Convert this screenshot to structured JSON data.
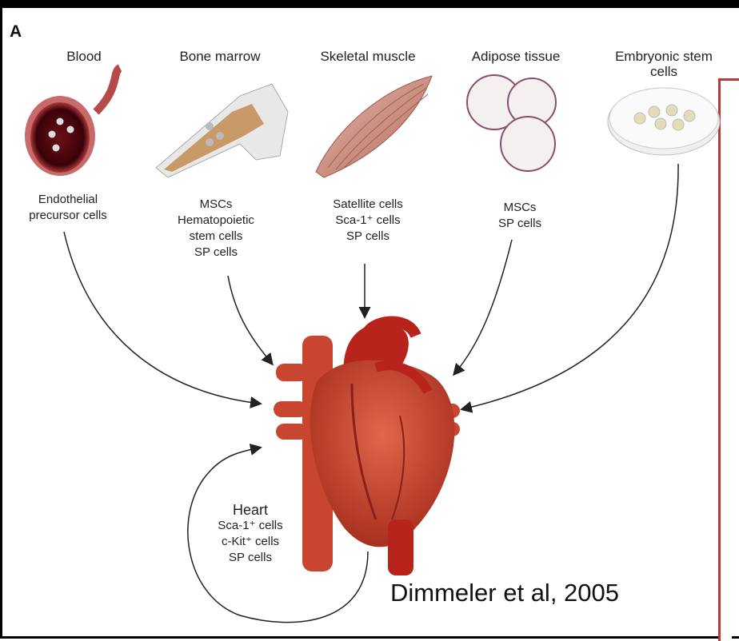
{
  "panel_letter": "A",
  "sources": [
    {
      "name": "Blood",
      "cells": [
        "Endothelial",
        "precursor cells"
      ]
    },
    {
      "name": "Bone marrow",
      "cells": [
        "MSCs",
        "Hematopoietic",
        "stem cells",
        "SP cells"
      ]
    },
    {
      "name": "Skeletal muscle",
      "cells": [
        "Satellite cells",
        "Sca-1⁺ cells",
        "SP cells"
      ]
    },
    {
      "name": "Adipose tissue",
      "cells": [
        "MSCs",
        "SP cells"
      ]
    },
    {
      "name": "Embryonic stem\ncells",
      "cells": []
    }
  ],
  "heart": {
    "title": "Heart",
    "cells": [
      "Sca-1⁺ cells",
      "c-Kit⁺ cells",
      "SP cells"
    ]
  },
  "citation": "Dimmeler et al, 2005",
  "colors": {
    "heart": "#c8452f",
    "vessel": "#b8231c",
    "highlight_border": "#b23b3b"
  }
}
